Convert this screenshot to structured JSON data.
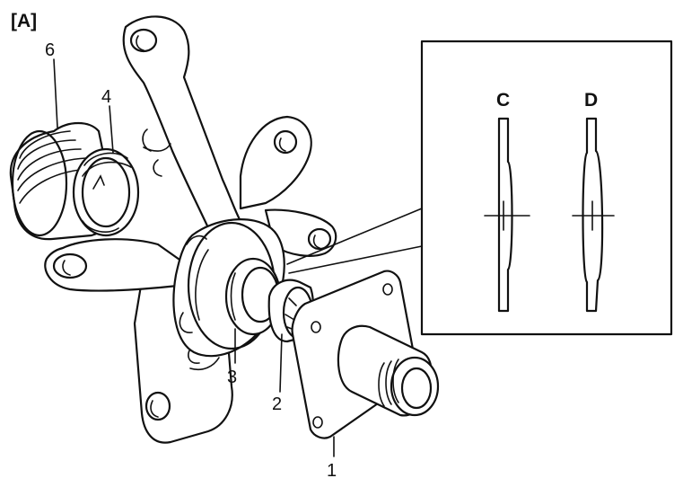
{
  "view_label": "[A]",
  "callouts": {
    "c1": "1",
    "c2": "2",
    "c3": "3",
    "c4": "4",
    "c6": "6"
  },
  "detail": {
    "left_label": "C",
    "right_label": "D"
  }
}
